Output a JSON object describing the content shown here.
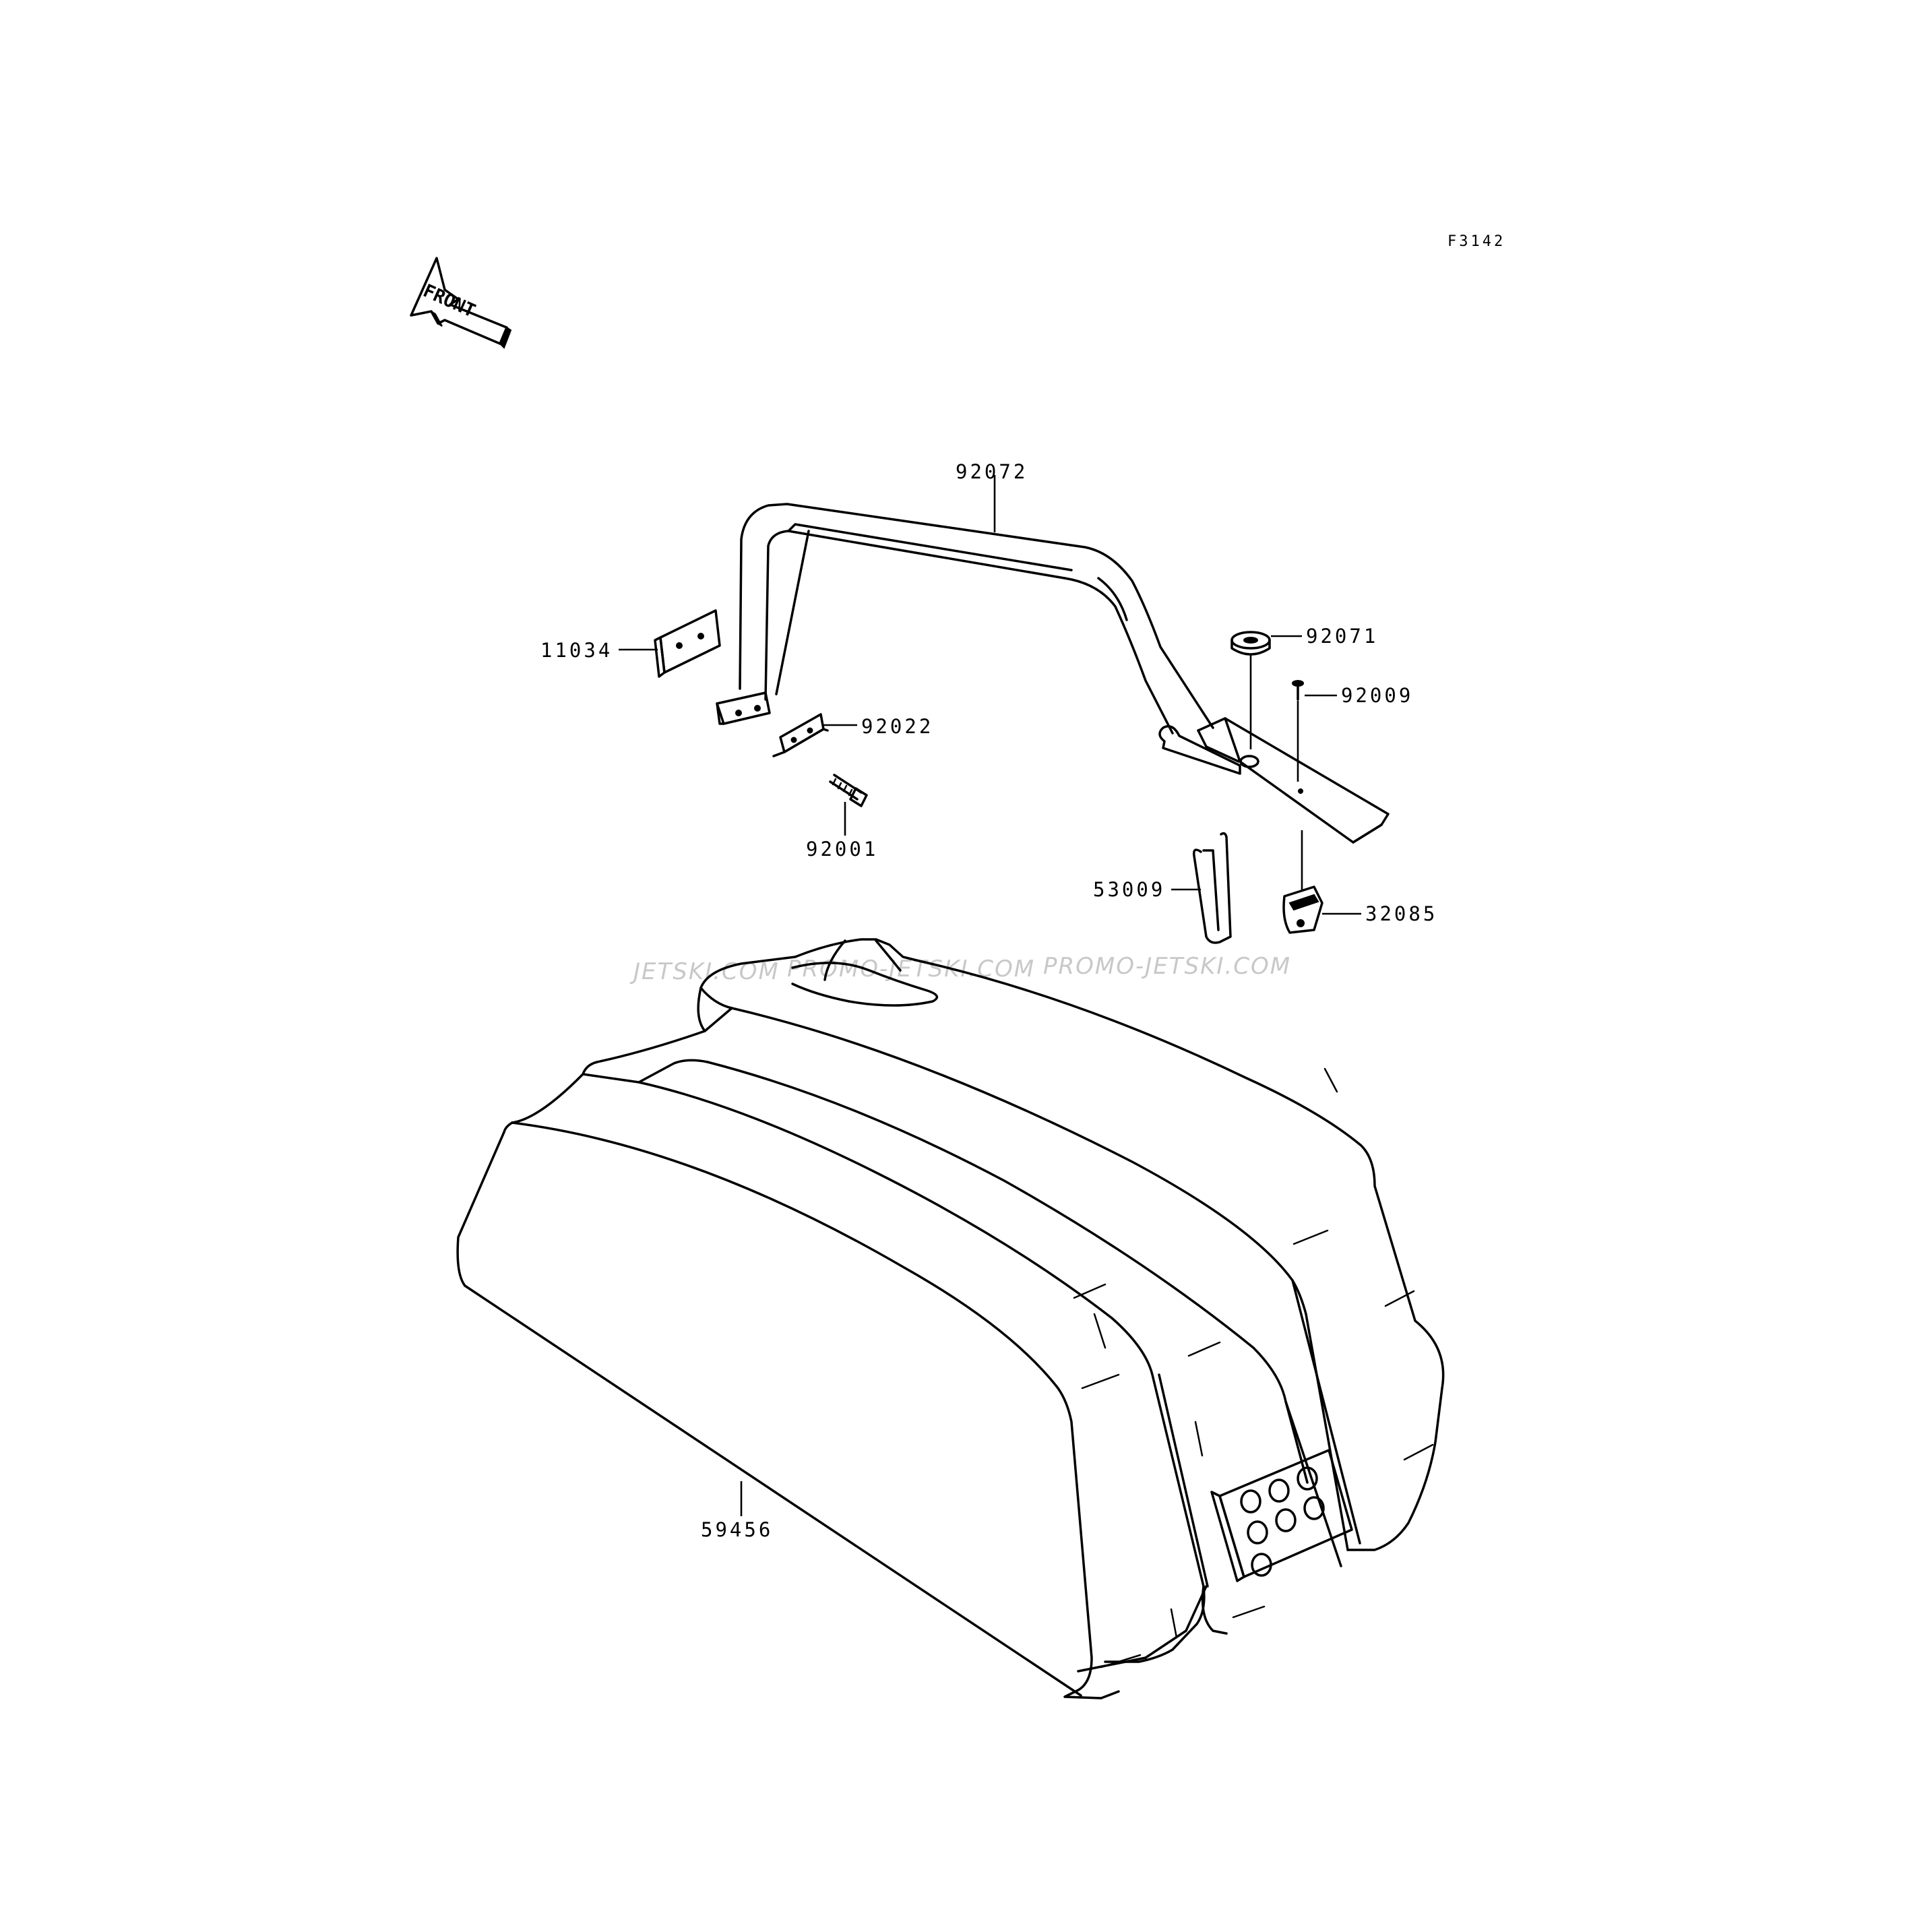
{
  "diagram": {
    "reference_code": "F3142",
    "direction_label": "FRONT",
    "watermarks": [
      "JETSKI.COM",
      "PROMO-JETSKI.COM",
      "PROMO-JETSKI.COM"
    ],
    "parts": [
      {
        "id": "92072"
      },
      {
        "id": "11034"
      },
      {
        "id": "92071"
      },
      {
        "id": "92009"
      },
      {
        "id": "92022"
      },
      {
        "id": "92001"
      },
      {
        "id": "53009"
      },
      {
        "id": "32085"
      },
      {
        "id": "59456"
      }
    ],
    "colors": {
      "line": "#000000",
      "watermark": "#c8c8c8",
      "background": "#ffffff"
    }
  }
}
